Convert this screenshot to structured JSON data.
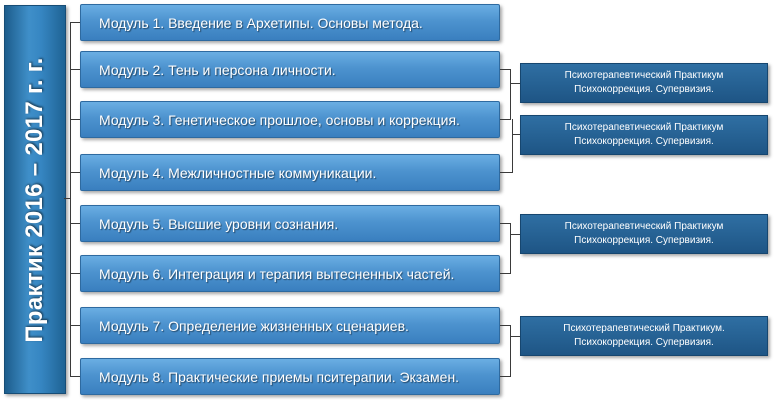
{
  "sidebar": {
    "title": "Практик 2016 – 2017 г. г."
  },
  "modules": [
    {
      "label": "Модуль 1. Введение в Архетипы. Основы метода."
    },
    {
      "label": "Модуль 2. Тень и персона личности."
    },
    {
      "label": "Модуль 3. Генетическое прошлое, основы и коррекция."
    },
    {
      "label": "Модуль 4. Межличностные коммуникации."
    },
    {
      "label": "Модуль 5. Высшие уровни сознания."
    },
    {
      "label": "Модуль 6. Интеграция и терапия вытесненных частей."
    },
    {
      "label": "Модуль 7. Определение жизненных сценариев."
    },
    {
      "label": "Модуль 8. Практические приемы пситерапии. Экзамен."
    }
  ],
  "notes": [
    {
      "line1": "Психотерапевтический  Практикум",
      "line2": "Психокоррекция.  Супервизия."
    },
    {
      "line1": "Психотерапевтический  Практикум",
      "line2": "Психокоррекция.  Супервизия."
    },
    {
      "line1": "Психотерапевтический  Практикум",
      "line2": "Психокоррекция.  Супервизия."
    },
    {
      "line1": "Психотерапевтический  Практикум.",
      "line2": "Психокоррекция.  Супервизия."
    }
  ],
  "colors": {
    "module_fill": "#4d93cf",
    "sidebar_fill": "#3686c2",
    "note_fill": "#1e5585"
  }
}
